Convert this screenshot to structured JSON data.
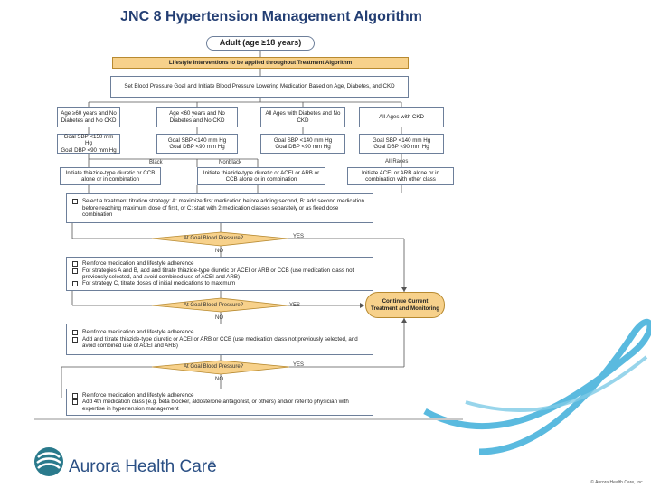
{
  "title": "JNC 8 Hypertension Management Algorithm",
  "adult": "Adult (age ≥18 years)",
  "lifestyle": "Lifestyle Interventions to be applied throughout Treatment Algorithm",
  "set_goal": "Set Blood Pressure Goal and Initiate Blood Pressure Lowering Medication Based on Age, Diabetes, and CKD",
  "groups": [
    {
      "label": "Age ≥60 years and No Diabetes and No CKD",
      "goal": "Goal SBP <150 mm Hg\nGoal DBP <90 mm Hg"
    },
    {
      "label": "Age <60 years and No Diabetes and No CKD",
      "goal": "Goal SBP <140 mm Hg\nGoal DBP <90 mm Hg"
    },
    {
      "label": "All Ages with Diabetes and No CKD",
      "goal": "Goal SBP <140 mm Hg\nGoal DBP <90 mm Hg"
    },
    {
      "label": "All Ages with CKD",
      "goal": "Goal SBP <140 mm Hg\nGoal DBP <90 mm Hg"
    }
  ],
  "race": {
    "black": "Black",
    "nonblack": "Nonblack",
    "all": "All Races"
  },
  "initiate": [
    "Initiate thiazide-type diuretic or CCB alone or in combination",
    "Initiate thiazide-type diuretic or ACEI or ARB or CCB alone or in combination",
    "Initiate ACEI or ARB alone or in combination with other class"
  ],
  "strategy": "Select a treatment titration strategy: A: maximize first medication before adding second, B: add second medication before reaching maximum dose of first, or C: start with 2 medication classes separately or as fixed dose combination",
  "decision": "At Goal Blood Pressure?",
  "yes": "YES",
  "no": "NO",
  "step1": [
    "Reinforce medication and lifestyle adherence",
    "For strategies A and B, add and titrate thiazide-type diuretic or ACEI or ARB or CCB (use medication class not previously selected, and avoid combined use of ACEI and ARB)",
    "For strategy C, titrate doses of initial medications to maximum"
  ],
  "step2": [
    "Reinforce medication and lifestyle adherence",
    "Add and titrate thiazide-type diuretic or ACEI or ARB or CCB (use medication class not previously selected, and avoid combined use of ACEI and ARB)"
  ],
  "step3": [
    "Reinforce medication and lifestyle adherence",
    "Add 4th medication class (e.g. beta blocker, aldosterone antagonist, or others) and/or refer to physician with expertise in hypertension management"
  ],
  "continue": "Continue Current Treatment and Monitoring",
  "logo": "Aurora Health Care",
  "copyright": "© Aurora Health Care, Inc.",
  "colors": {
    "orange": "#f7d18b",
    "navy": "#233e73",
    "ribbon": "#48b3dc"
  }
}
